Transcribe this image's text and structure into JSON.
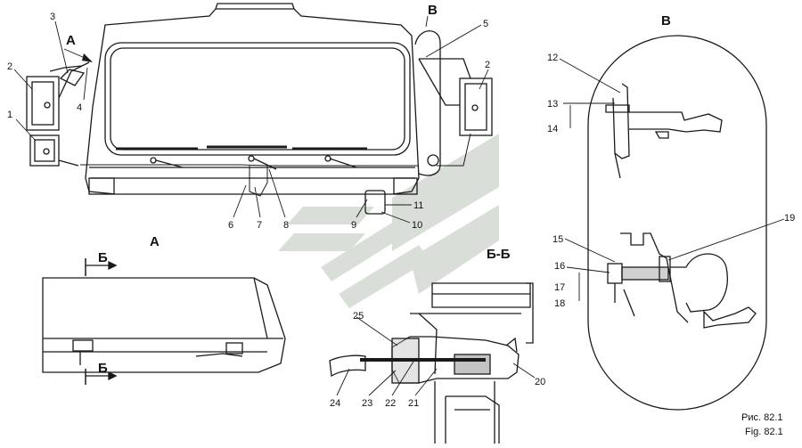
{
  "diagram": {
    "part_numbers": [
      "1",
      "2",
      "3",
      "4",
      "5",
      "2",
      "6",
      "7",
      "8",
      "9",
      "10",
      "11",
      "12",
      "13",
      "14",
      "15",
      "16",
      "17",
      "18",
      "19",
      "20",
      "21",
      "22",
      "23",
      "24",
      "25"
    ],
    "view_labels": {
      "a_main": "А",
      "a_arrow": "А",
      "v_main": "В",
      "v_arrow": "В",
      "bb": "Б-Б",
      "b_top": "Б",
      "b_bottom": "Б"
    },
    "caption": {
      "ru": "Рис. 82.1",
      "en": "Fig. 82.1"
    }
  },
  "colors": {
    "line": "#1a1a1a",
    "watermark": "#c9cfc9"
  }
}
